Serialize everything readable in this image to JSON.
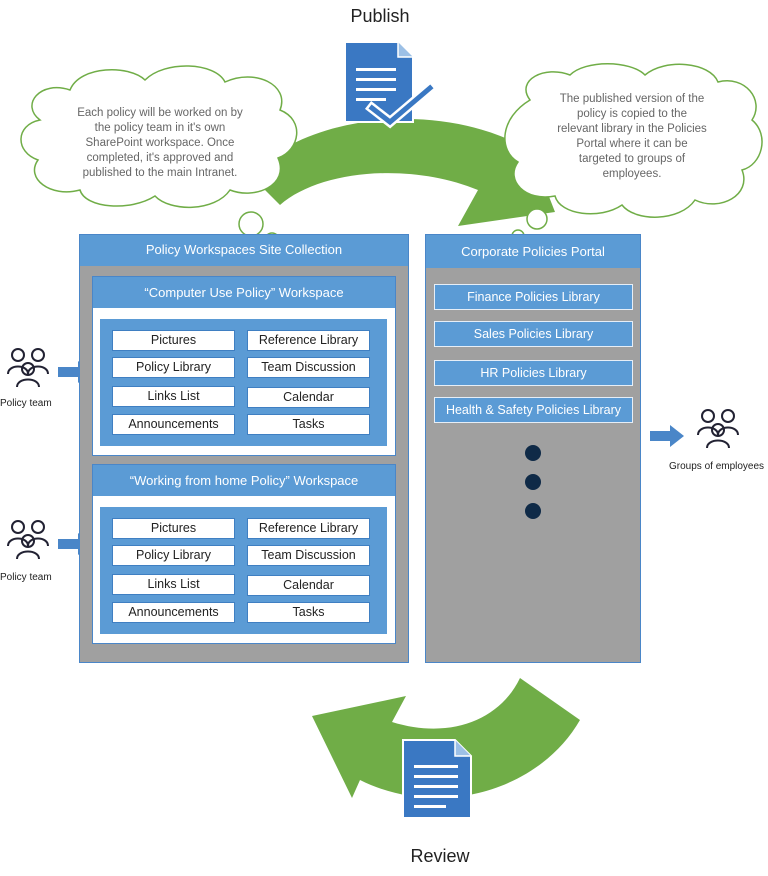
{
  "titles": {
    "publish": "Publish",
    "review": "Review"
  },
  "clouds": {
    "left": [
      "Each policy will be worked on by",
      "the policy team in it's own",
      "SharePoint workspace. Once",
      "completed, it's approved and",
      "published to the main Intranet."
    ],
    "right": [
      "The published version of the",
      "policy is copied to the",
      "relevant library in the Policies",
      "Portal where it can be",
      "targeted to groups of",
      "employees."
    ]
  },
  "left_panel": {
    "title": "Policy Workspaces Site Collection",
    "workspaces": [
      {
        "title": "“Computer Use Policy” Workspace",
        "items": [
          "Pictures",
          "Reference Library",
          "Policy Library",
          "Team Discussion",
          "Links List",
          "Calendar",
          "Announcements",
          "Tasks"
        ]
      },
      {
        "title": "“Working from home Policy” Workspace",
        "items": [
          "Pictures",
          "Reference Library",
          "Policy Library",
          "Team Discussion",
          "Links List",
          "Calendar",
          "Announcements",
          "Tasks"
        ]
      }
    ]
  },
  "right_panel": {
    "title": "Corporate Policies Portal",
    "libraries": [
      "Finance Policies Library",
      "Sales Policies Library",
      "HR Policies Library",
      "Health & Safety Policies Library"
    ]
  },
  "people": {
    "team_label": "Policy team",
    "groups_label": "Groups of employees"
  },
  "colors": {
    "green": "#70ad47",
    "blue": "#5b9bd5",
    "grey": "#a0a0a0",
    "dot": "#0f2a47"
  },
  "icons": [
    "document-check-icon",
    "document-icon",
    "people-icon",
    "arrow-right-icon"
  ]
}
